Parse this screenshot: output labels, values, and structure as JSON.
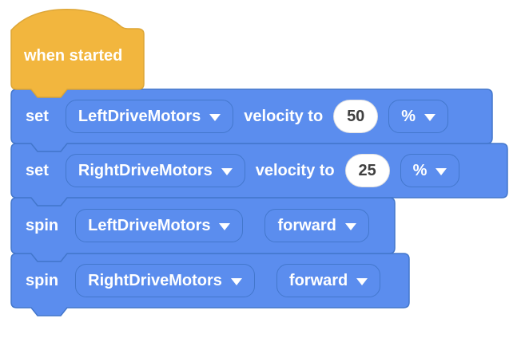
{
  "colors": {
    "blue": "#5b8dee",
    "blueBorder": "#4377cc",
    "yellow": "#f2b63e",
    "yellowBorder": "#dda637",
    "white": "#ffffff",
    "inputText": "#3f3f3f",
    "bg": "#ffffff"
  },
  "hat_block": {
    "label": "when started"
  },
  "blocks": [
    {
      "type": "set-velocity",
      "opcode_label": "set",
      "motor": "LeftDriveMotors",
      "mid_label": "velocity to",
      "value": "50",
      "unit": "%"
    },
    {
      "type": "set-velocity",
      "opcode_label": "set",
      "motor": "RightDriveMotors",
      "mid_label": "velocity to",
      "value": "25",
      "unit": "%"
    },
    {
      "type": "spin",
      "opcode_label": "spin",
      "motor": "LeftDriveMotors",
      "direction": "forward"
    },
    {
      "type": "spin",
      "opcode_label": "spin",
      "motor": "RightDriveMotors",
      "direction": "forward"
    }
  ]
}
